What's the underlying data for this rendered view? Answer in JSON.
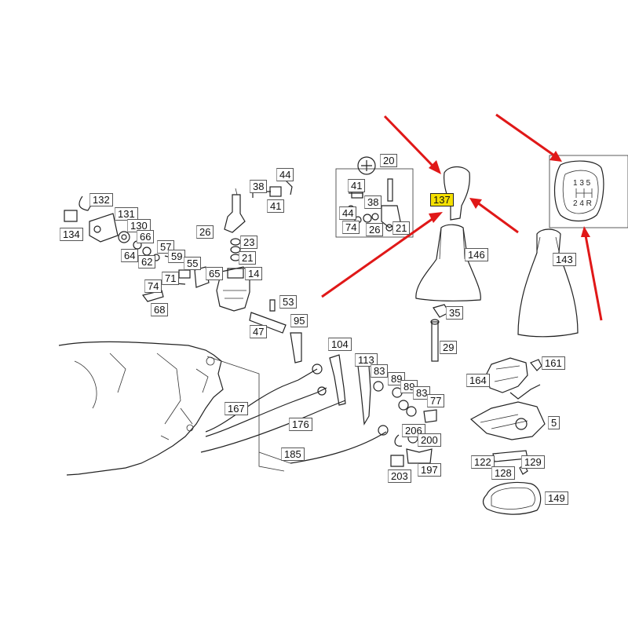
{
  "diagram": {
    "labels": {
      "l20": "20",
      "l44a": "44",
      "l38a": "38",
      "l41a": "41",
      "l41b": "41",
      "l38b": "38",
      "l44b": "44",
      "l74a": "74",
      "l26a": "26",
      "l21a": "21",
      "l132": "132",
      "l131": "131",
      "l130": "130",
      "l134": "134",
      "l66": "66",
      "l64": "64",
      "l62": "62",
      "l57": "57",
      "l59": "59",
      "l26b": "26",
      "l23": "23",
      "l21b": "21",
      "l55": "55",
      "l65": "65",
      "l14": "14",
      "l71": "71",
      "l74b": "74",
      "l68": "68",
      "l53": "53",
      "l47": "47",
      "l95": "95",
      "l137": "137",
      "l146": "146",
      "l143": "143",
      "l35": "35",
      "l29": "29",
      "l104": "104",
      "l113": "113",
      "l83a": "83",
      "l89a": "89",
      "l89b": "89",
      "l83b": "83",
      "l77": "77",
      "l161": "161",
      "l164": "164",
      "l5": "5",
      "l167": "167",
      "l176": "176",
      "l185": "185",
      "l206": "206",
      "l200": "200",
      "l197": "197",
      "l203": "203",
      "l122": "122",
      "l129": "129",
      "l128": "128",
      "l149": "149"
    },
    "shift_pattern": {
      "top": "1 3 5",
      "bottom": "2 4 R"
    },
    "highlight_color": "#f5e000",
    "arrow_color": "#e01818"
  }
}
